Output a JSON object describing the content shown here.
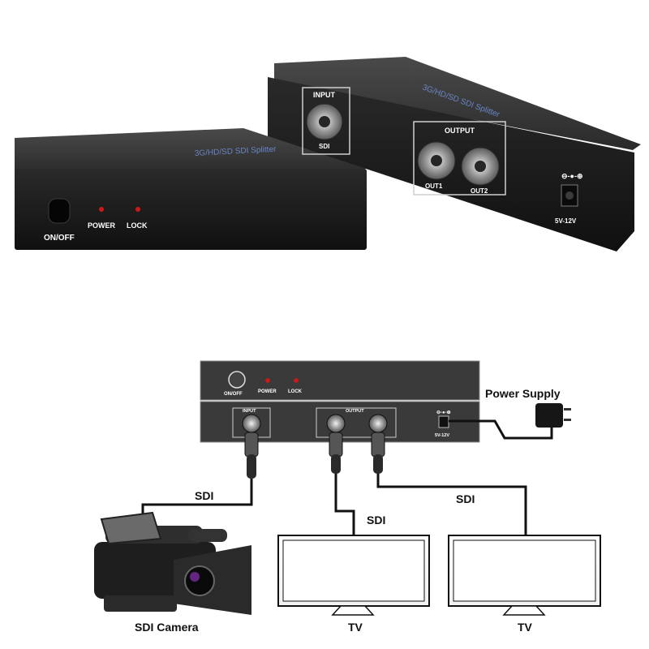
{
  "photo": {
    "front_panel": {
      "top_label": "3G/HD/SD SDI Splitter",
      "on_off": "ON/OFF",
      "power": "POWER",
      "lock": "LOCK"
    },
    "back_panel": {
      "top_label": "3G/HD/SD SDI Splitter",
      "input_label": "INPUT",
      "input_port": "SDI",
      "output_label": "OUTPUT",
      "out1": "OUT1",
      "out2": "OUT2",
      "power_spec": "5V-12V"
    }
  },
  "diagram": {
    "front": {
      "on_off": "ON/OFF",
      "power": "POWER",
      "lock": "LOCK"
    },
    "back": {
      "input": "INPUT",
      "output": "OUTPUT",
      "power_spec": "5V-12V"
    },
    "power_supply": "Power Supply",
    "cable_labels": {
      "camera": "SDI",
      "tv1": "SDI",
      "tv2": "SDI"
    },
    "camera_label": "SDI Camera",
    "tv1_label": "TV",
    "tv2_label": "TV"
  },
  "colors": {
    "device": "#1e1e1e",
    "panel": "#3a3a3a",
    "led": "#d01818",
    "cable": "#111111"
  }
}
